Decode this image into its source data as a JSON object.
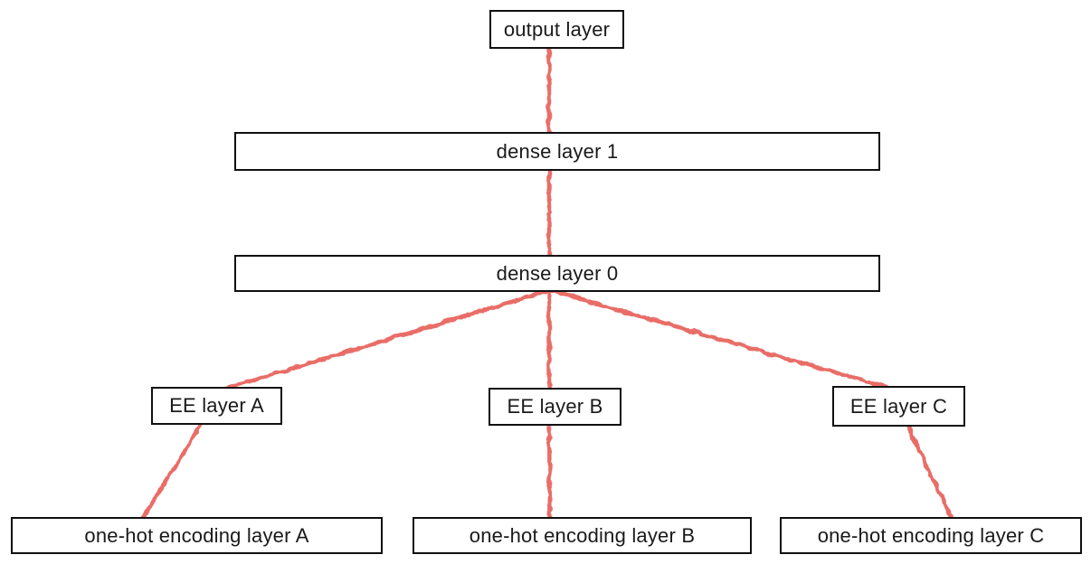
{
  "diagram": {
    "type": "neural-network-architecture",
    "nodes": {
      "output": {
        "label": "output layer"
      },
      "dense1": {
        "label": "dense layer 1"
      },
      "dense0": {
        "label": "dense layer 0"
      },
      "ee_a": {
        "label": "EE layer A"
      },
      "ee_b": {
        "label": "EE layer B"
      },
      "ee_c": {
        "label": "EE layer C"
      },
      "onehot_a": {
        "label": "one-hot encoding layer A"
      },
      "onehot_b": {
        "label": "one-hot encoding layer B"
      },
      "onehot_c": {
        "label": "one-hot encoding layer C"
      }
    },
    "edges": [
      {
        "from": "dense1",
        "to": "output"
      },
      {
        "from": "dense0",
        "to": "dense1"
      },
      {
        "from": "ee_a",
        "to": "dense0"
      },
      {
        "from": "ee_b",
        "to": "dense0"
      },
      {
        "from": "ee_c",
        "to": "dense0"
      },
      {
        "from": "onehot_a",
        "to": "ee_a"
      },
      {
        "from": "onehot_b",
        "to": "ee_b"
      },
      {
        "from": "onehot_c",
        "to": "ee_c"
      }
    ],
    "colors": {
      "edge": "#e8645c",
      "node_border": "#101010",
      "node_fill": "#ffffff",
      "background": "#ffffff",
      "text": "#1a1a1a"
    }
  }
}
